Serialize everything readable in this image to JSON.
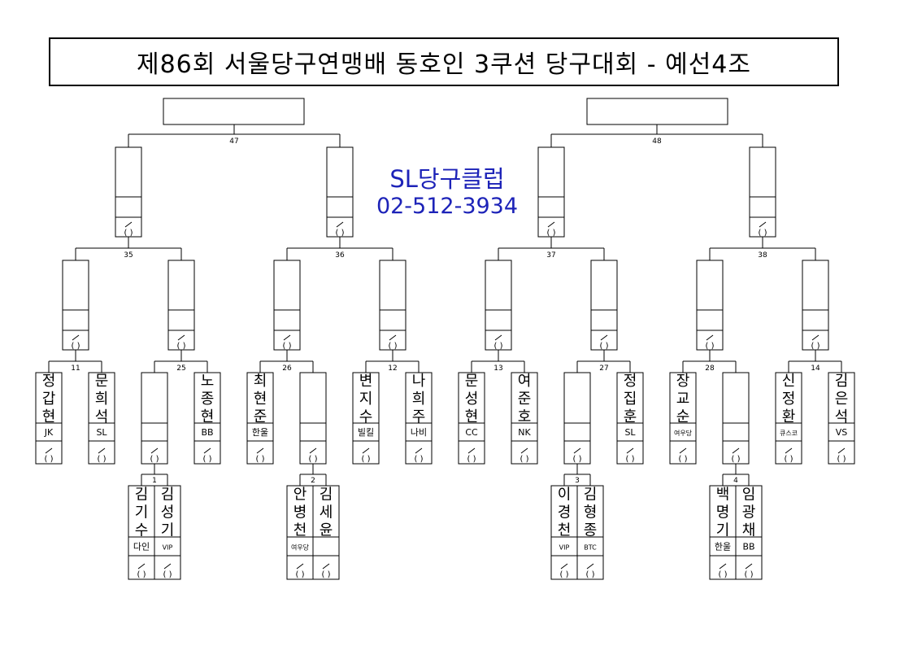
{
  "title": "제86회 서울당구연맹배 동호인 3쿠션 당구대회 - 예선4조",
  "club": {
    "name": "SL당구클럽",
    "phone": "02-512-3934"
  },
  "slot_mark": "(  )",
  "matches": {
    "m1": "1",
    "m2": "2",
    "m3": "3",
    "m4": "4",
    "m11": "11",
    "m25": "25",
    "m26": "26",
    "m12": "12",
    "m13": "13",
    "m27": "27",
    "m28": "28",
    "m14": "14",
    "m35": "35",
    "m36": "36",
    "m37": "37",
    "m38": "38",
    "m47": "47",
    "m48": "48"
  },
  "players": {
    "p11a": {
      "name": "정갑현",
      "club": "JK"
    },
    "p11b": {
      "name": "문희석",
      "club": "SL"
    },
    "p25b": {
      "name": "노종현",
      "club": "BB"
    },
    "p26a": {
      "name": "최현준",
      "club": "한울"
    },
    "p12a": {
      "name": "변지수",
      "club": "빌킬"
    },
    "p12b": {
      "name": "나희주",
      "club": "나비"
    },
    "p13a": {
      "name": "문성현",
      "club": "CC"
    },
    "p13b": {
      "name": "여준호",
      "club": "NK"
    },
    "p27b": {
      "name": "정집훈",
      "club": "SL"
    },
    "p28a": {
      "name": "장교순",
      "club": "여우당"
    },
    "p14a": {
      "name": "신정환",
      "club": "큐스코"
    },
    "p14b": {
      "name": "김은석",
      "club": "VS"
    },
    "p1a": {
      "name": "김기수",
      "club": "다인"
    },
    "p1b": {
      "name": "김성기",
      "club": "VIP"
    },
    "p2a": {
      "name": "안병천",
      "club": "여우당"
    },
    "p2b": {
      "name": "김세윤",
      "club": ""
    },
    "p3a": {
      "name": "이경천",
      "club": "VIP"
    },
    "p3b": {
      "name": "김형종",
      "club": "BTC"
    },
    "p4a": {
      "name": "백명기",
      "club": "한울"
    },
    "p4b": {
      "name": "임광채",
      "club": "BB"
    }
  },
  "colors": {
    "line": "#000000",
    "club_text": "#1d23b8"
  }
}
